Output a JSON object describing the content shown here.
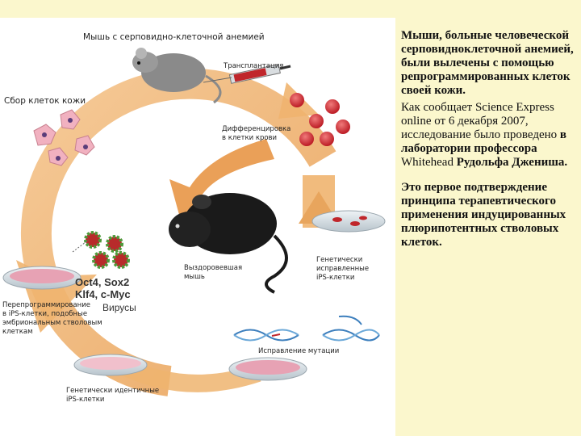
{
  "diagram": {
    "title": "Мышь с серповидно-клеточной анемией",
    "labels": {
      "transplant": "Трансплантация",
      "skin_collect": "Сбор клеток кожи",
      "differentiation": "Дифференцировка\nв клетки крови",
      "recovered_mouse": "Выздоровевшая\nмышь",
      "corrected_ips": "Генетически\nисправленные\niPS-клетки",
      "factors_1": "Oct4, Sox2",
      "factors_2": "Klf4, c-Myc",
      "viruses": "Вирусы",
      "reprogramming": "Перепрограммирование\nв iPS-клетки, подобные\nэмбриональным стволовым\nклеткам",
      "mutation_fix": "Исправление мутации",
      "identical_ips": "Генетически идентичные\niPS-клетки"
    }
  },
  "text": {
    "p1": "Мыши, больные человеческой серповидноклеточной анемией, были вылечены с помощью репрограммированных клеток своей кожи.",
    "p2a": "Как сообщает Science Express online от 6 декабря 2007, исследование было проведено ",
    "p2b": "в лаборатории профессора ",
    "p2c": "Whitehead ",
    "p2d": "Рудольфа Дженишa.",
    "p3": "Это первое подтверждение принципа терапевтического применения индуцированных плюрипотентных стволовых клеток."
  },
  "colors": {
    "arrow": "#f0b06a",
    "arrow_dark": "#e39543",
    "page_bg": "#fbf7cd",
    "cell_pink": "#f0a8b8",
    "blood_red": "#d8323a"
  }
}
